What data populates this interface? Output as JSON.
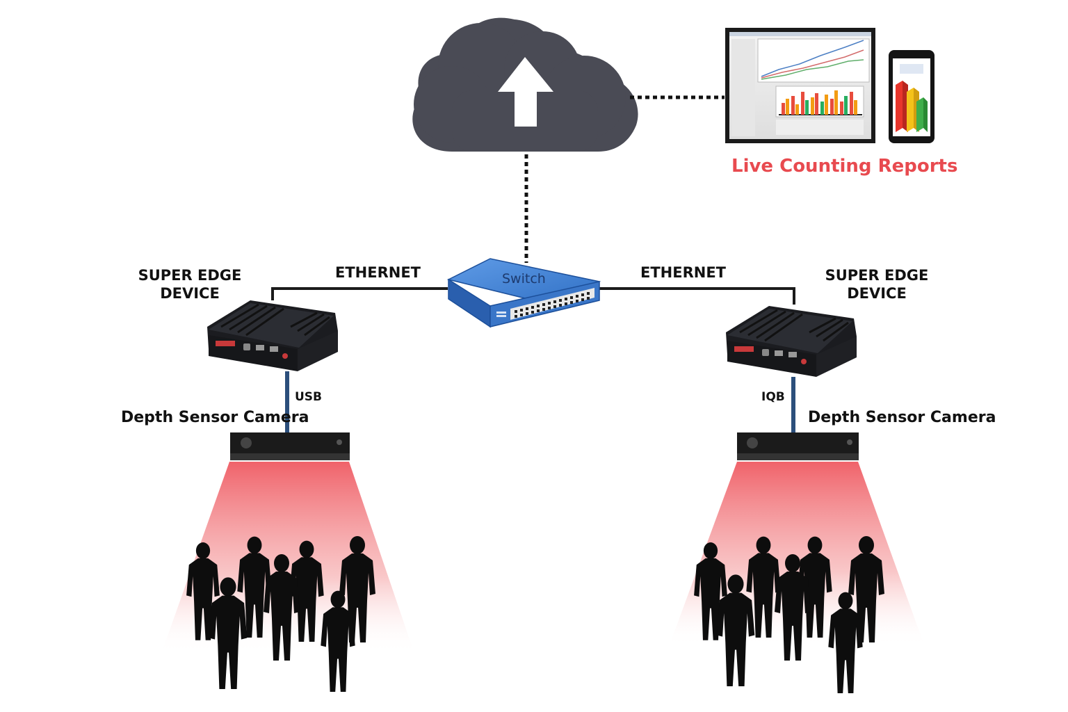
{
  "cloud": {
    "icon": "cloud-upload-icon",
    "color": "#4a4b55"
  },
  "reports": {
    "label": "Live Counting Reports",
    "color": "#e84a4f"
  },
  "switch": {
    "label": "Switch",
    "color": "#2f6fc4"
  },
  "links": {
    "left": "ETHERNET",
    "right": "ETHERNET"
  },
  "left_node": {
    "device_label_line1": "SUPER EDGE",
    "device_label_line2": "DEVICE",
    "port_label": "USB",
    "camera_label": "Depth Sensor Camera"
  },
  "right_node": {
    "device_label_line1": "SUPER EDGE",
    "device_label_line2": "DEVICE",
    "port_label": "IQB",
    "camera_label": "Depth Sensor Camera"
  },
  "colors": {
    "beam": "#f06a6f",
    "cable": "#2c4f7c",
    "device": "#1b1c20"
  }
}
